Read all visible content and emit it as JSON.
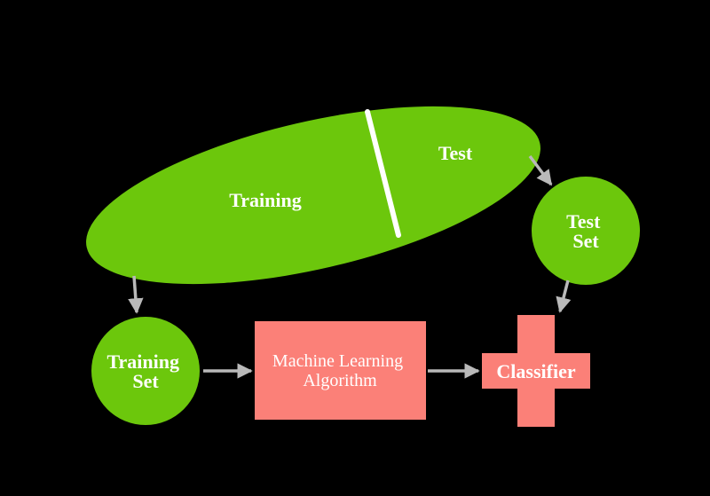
{
  "colors": {
    "background": "#000000",
    "green": "#6CC70C",
    "salmon": "#FB8078",
    "arrow": "#B9B9B9",
    "divider": "#FFFFFF",
    "text": "#FFFFFF"
  },
  "dataset_ellipse": {
    "training_label": "Training",
    "test_label": "Test"
  },
  "training_set_circle": {
    "line1": "Training",
    "line2": "Set"
  },
  "test_set_circle": {
    "line1": "Test",
    "line2": "Set"
  },
  "algorithm_box": {
    "line1": "Machine Learning",
    "line2": "Algorithm"
  },
  "classifier_cross": {
    "label": "Classifier"
  }
}
